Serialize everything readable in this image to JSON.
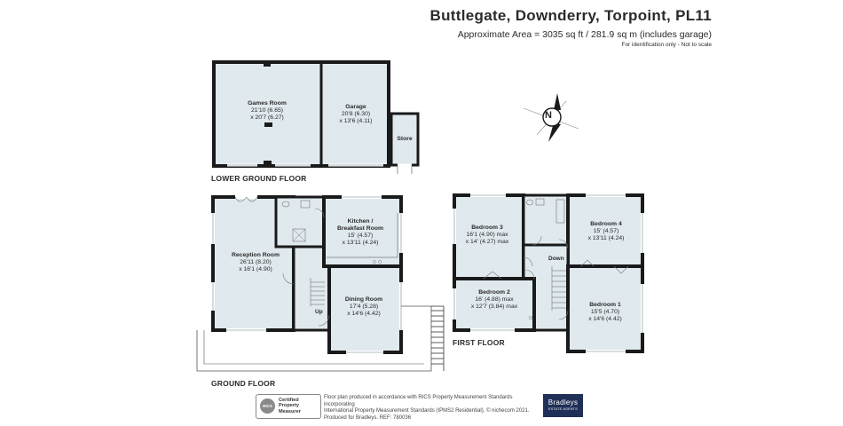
{
  "header": {
    "title": "Buttlegate, Downderry, Torpoint, PL11",
    "area": "Approximate Area = 3035 sq ft / 281.9 sq m (includes garage)",
    "note": "For identification only - Not to scale"
  },
  "compass": {
    "label": "N"
  },
  "floors": {
    "lower_ground": "LOWER GROUND FLOOR",
    "ground": "GROUND FLOOR",
    "first": "FIRST FLOOR"
  },
  "rooms": {
    "games_room": {
      "name": "Games Room",
      "dim1": "21'10 (6.65)",
      "dim2": "x 20'7 (6.27)"
    },
    "garage": {
      "name": "Garage",
      "dim1": "20'8 (6.30)",
      "dim2": "x 13'6 (4.11)"
    },
    "store": {
      "name": "Store"
    },
    "kitchen": {
      "name": "Kitchen /",
      "name2": "Breakfast Room",
      "dim1": "15' (4.57)",
      "dim2": "x 13'11 (4.24)"
    },
    "reception": {
      "name": "Reception Room",
      "dim1": "26'11 (8.20)",
      "dim2": "x 16'1 (4.90)"
    },
    "dining": {
      "name": "Dining Room",
      "dim1": "17'4 (5.28)",
      "dim2": "x 14'6 (4.42)"
    },
    "up": {
      "name": "Up"
    },
    "bedroom3": {
      "name": "Bedroom 3",
      "dim1": "16'1 (4.90) max",
      "dim2": "x 14' (4.27) max"
    },
    "bedroom4": {
      "name": "Bedroom 4",
      "dim1": "15' (4.57)",
      "dim2": "x 13'11 (4.24)"
    },
    "bedroom2": {
      "name": "Bedroom 2",
      "dim1": "16' (4.88) max",
      "dim2": "x 12'7 (3.84) max"
    },
    "bedroom1": {
      "name": "Bedroom 1",
      "dim1": "15'5 (4.70)",
      "dim2": "x 14'6 (4.42)"
    },
    "down": {
      "name": "Down"
    }
  },
  "footer": {
    "rics_line1": "Certified",
    "rics_line2": "Property",
    "rics_line3": "Measurer",
    "rics_logo": "RICS",
    "text1": "Floor plan produced in accordance with RICS Property Measurement Standards incorporating",
    "text2": "International Property Measurement Standards (IPMS2 Residential).  © nichecom 2021.",
    "text3": "Produced for Bradleys.    REF: 780036",
    "brand": "Bradleys",
    "brand_sub": "ESTATE AGENTS"
  },
  "colors": {
    "room_fill": "#dfe9ee",
    "wall": "#1a1a1a",
    "brand_bg": "#1f2f57"
  }
}
